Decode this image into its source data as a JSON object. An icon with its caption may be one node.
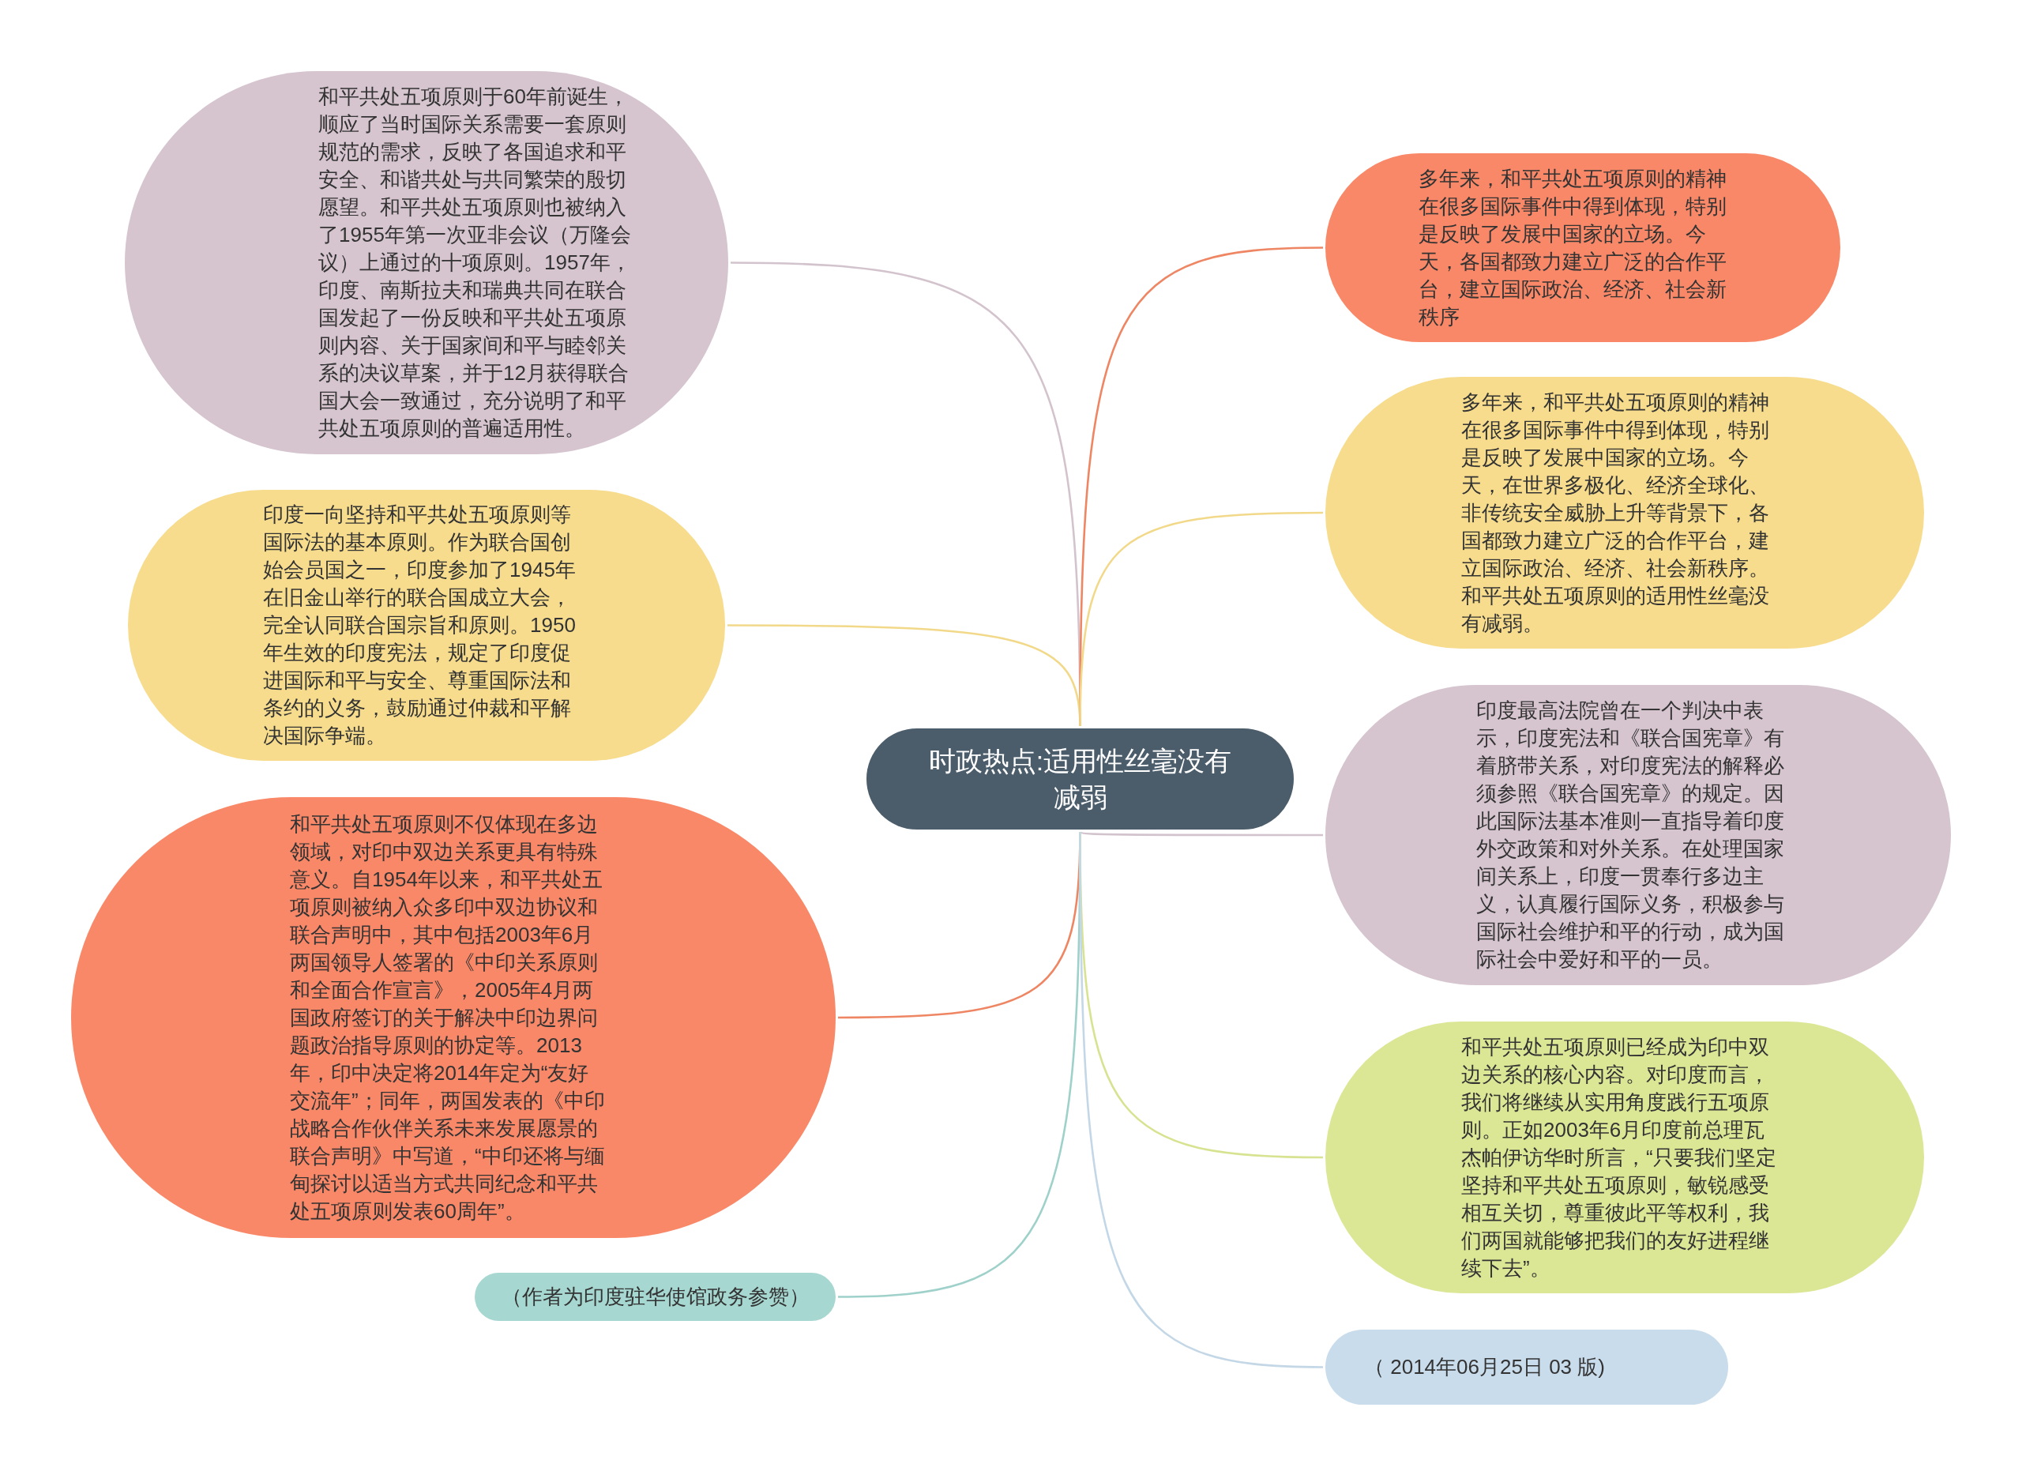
{
  "diagram": {
    "nodes": [
      {
        "text": [
          "时政热点:适用性丝毫没有减弱"
        ]
      },
      {
        "text": [
          "和平共处五项原则于60年前诞生，顺应了当时国际关系需要一套原则规范的需求，反映了各国追求和平安全、和谐共处与共同繁荣的殷切愿望。和平共处五项原则也被纳入了1955年第一次亚非会议（万隆会议）上通过的十项原则。1957年，印度、南斯拉夫和瑞典共同在联合国发起了一份反映和平共处五项原则内容、关于国家间和平与睦邻关系的决议草案，并于12月获得联合国大会一致通过，充分说明了和平共处五项原则的普遍适用性。"
        ]
      },
      {
        "text": [
          "印度一向坚持和平共处五项原则等国际法的基本原则。作为联合国创始会员国之一，印度参加了1945年在旧金山举行的联合国成立大会，完全认同联合国宗旨和原则。1950年生效的印度宪法，规定了印度促进国际和平与安全、尊重国际法和条约的义务，鼓励通过仲裁和平解决国际争端。"
        ]
      },
      {
        "text": [
          "和平共处五项原则不仅体现在多边领域，对印中双边关系更具有特殊意义。自1954年以来，和平共处五项原则被纳入众多印中双边协议和联合声明中，其中包括2003年6月两国领导人签署的《中印关系原则和全面合作宣言》，2005年4月两国政府签订的关于解决中印边界问题政治指导原则的协定等。2013年，印中决定将2014年定为“友好交流年”；同年，两国发表的《中印战略合作伙伴关系未来发展愿景的联合声明》中写道，“中印还将与缅甸探讨以适当方式共同纪念和平共处五项原则发表60周年”。"
        ]
      },
      {
        "text": [
          "（作者为印度驻华使馆政务参赞）"
        ]
      },
      {
        "text": [
          "多年来，和平共处五项原则的精神在很多国际事件中得到体现，特别是反映了发展中国家的立场。今天，各国都致力建立广泛的合作平台，建立国际政治、经济、社会新秩序"
        ]
      },
      {
        "text": [
          "多年来，和平共处五项原则的精神在很多国际事件中得到体现，特别是反映了发展中国家的立场。今天，在世界多极化、经济全球化、非传统安全威胁上升等背景下，各国都致力建立广泛的合作平台，建立国际政治、经济、社会新秩序。和平共处五项原则的适用性丝毫没有减弱。"
        ]
      },
      {
        "text": [
          "印度最高法院曾在一个判决中表示，印度宪法和《联合国宪章》有着脐带关系，对印度宪法的解释必须参照《联合国宪章》的规定。因此国际法基本准则一直指导着印度外交政策和对外关系。在处理国家间关系上，印度一贯奉行多边主义，认真履行国际义务，积极参与国际社会维护和平的行动，成为国际社会中爱好和平的一员。"
        ]
      },
      {
        "text": [
          "和平共处五项原则已经成为印中双边关系的核心内容。对印度而言，我们将继续从实用角度践行五项原则。正如2003年6月印度前总理瓦杰帕伊访华时所言，“只要我们坚定坚持和平共处五项原则，敏锐感受相互关切，尊重彼此平等权利，我们两国就能够把我们的友好进程继续下去”。"
        ]
      },
      {
        "text": [
          "（ 2014年06月25日 03 版)"
        ]
      }
    ],
    "edges": [
      {
        "from": 0,
        "to": 1,
        "arrow": "none",
        "color": "#d3c3cd"
      },
      {
        "from": 0,
        "to": 2,
        "arrow": "none",
        "color": "#f2d98a"
      },
      {
        "from": 0,
        "to": 3,
        "arrow": "none",
        "color": "#ee8664"
      },
      {
        "from": 0,
        "to": 4,
        "arrow": "none",
        "color": "#9fd1cb"
      },
      {
        "from": 0,
        "to": 5,
        "arrow": "none",
        "color": "#ee8664"
      },
      {
        "from": 0,
        "to": 6,
        "arrow": "none",
        "color": "#f2d98a"
      },
      {
        "from": 0,
        "to": 7,
        "arrow": "none",
        "color": "#d3c3cd"
      },
      {
        "from": 0,
        "to": 8,
        "arrow": "none",
        "color": "#d8e391"
      },
      {
        "from": 0,
        "to": 9,
        "arrow": "none",
        "color": "#c3d7e7"
      }
    ]
  }
}
